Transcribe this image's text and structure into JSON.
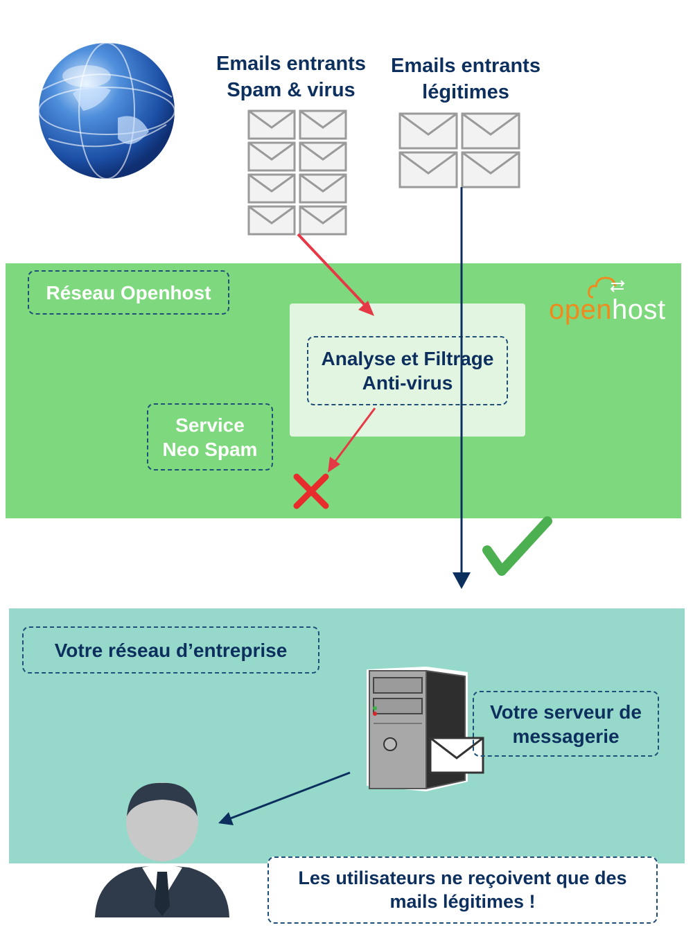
{
  "diagram": {
    "incoming_spam": {
      "line1": "Emails entrants",
      "line2": "Spam & virus"
    },
    "incoming_legit": {
      "line1": "Emails entrants",
      "line2": "légitimes"
    },
    "openhost_network": {
      "label": "Réseau Openhost"
    },
    "brand": {
      "part1": "open",
      "part2": "host"
    },
    "filter": {
      "line1": "Analyse et Filtrage",
      "line2": "Anti-virus"
    },
    "service": {
      "line1": "Service",
      "line2": "Neo Spam"
    },
    "company_network": {
      "label": "Votre réseau d’entreprise"
    },
    "mail_server": {
      "line1": "Votre serveur de",
      "line2": "messagerie"
    },
    "users_note": {
      "line1": "Les utilisateurs ne reçoivent que des",
      "line2": "mails légitimes !"
    }
  },
  "icons": [
    "globe-icon",
    "envelope-icon",
    "cloud-icon",
    "reject-x-icon",
    "check-icon",
    "server-icon",
    "user-icon"
  ],
  "colors": {
    "openhost_zone": "#7ed97e",
    "company_zone": "#96d9cb",
    "text_blue": "#0c2f5e",
    "spam_arrow": "#e63946",
    "legit_arrow": "#0c2f5e",
    "brand_orange": "#f08a1c",
    "check_green": "#4caf50"
  }
}
